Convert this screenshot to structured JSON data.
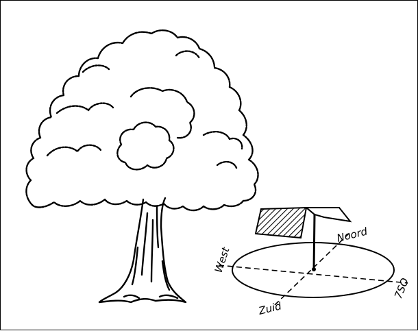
{
  "labels": {
    "west": "West",
    "noord": "Noord",
    "oost": "7SO",
    "zuid": "Zuid"
  },
  "colors": {
    "ink": "#000000",
    "paper": "#ffffff"
  }
}
